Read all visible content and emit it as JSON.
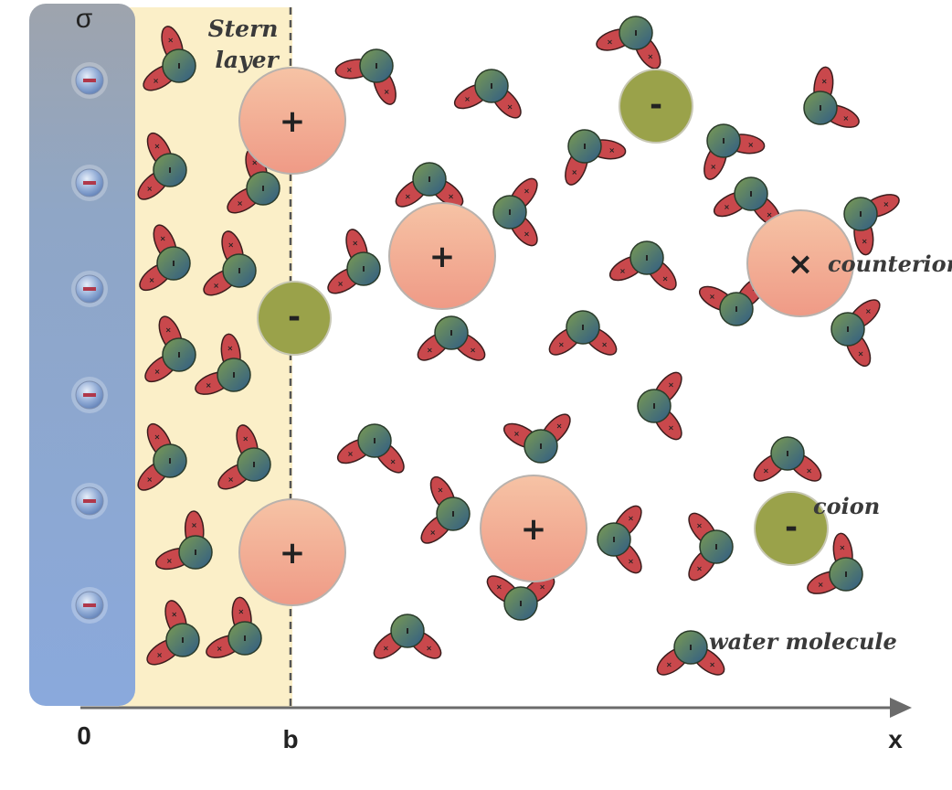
{
  "labels": {
    "sigma": "σ",
    "stern": "Stern",
    "layer": "layer",
    "counterion": "counterion",
    "coion": "coion",
    "water_molecule": "water molecule",
    "axis_origin": "0",
    "axis_b": "b",
    "axis_x": "x"
  },
  "signs": {
    "plus": "+",
    "minus": "-",
    "times": "×"
  },
  "colors": {
    "surface": "#8fa9d4",
    "stern_fill": "#fbefc8",
    "counterion": "#f2a98f",
    "coion": "#9aa24a",
    "water_center": "#5f8a6a",
    "water_lobe": "#c9484c",
    "surface_charge": "#7f9cc9"
  }
}
